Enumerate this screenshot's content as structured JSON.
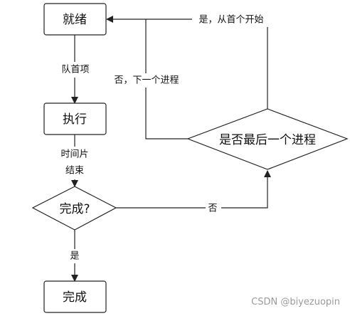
{
  "nodes": {
    "ready": "就绪",
    "execute": "执行",
    "done_check": "完成?",
    "last_process_check": "是否最后一个进程",
    "done": "完成"
  },
  "edges": {
    "queue_head": "队首项",
    "time_slice_line1": "时间片",
    "time_slice_line2": "结束",
    "no_from_done_check": "否",
    "yes_from_done_check": "是",
    "no_next_process": "否，下一个进程",
    "yes_from_first": "是，从首个开始"
  },
  "watermark": "CSDN @biyezuopin"
}
